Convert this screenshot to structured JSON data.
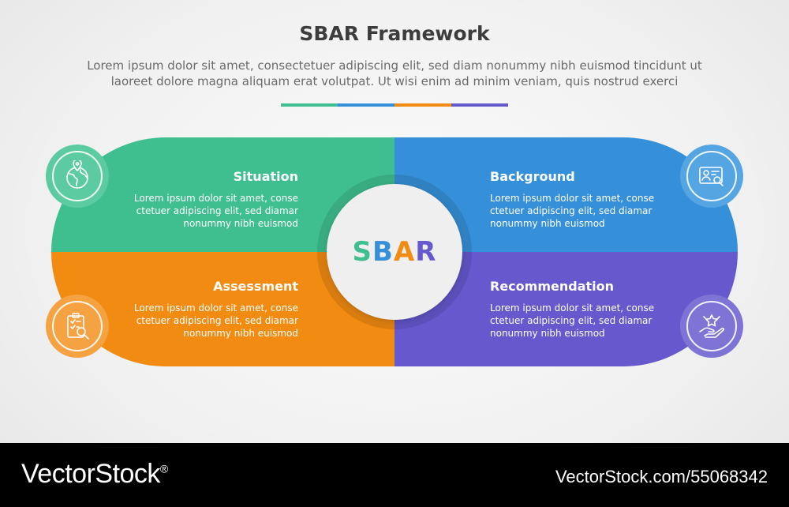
{
  "header": {
    "title": "SBAR Framework",
    "subtitle_line1": "Lorem ipsum dolor sit amet, consectetuer adipiscing elit, sed diam nonummy nibh euismod tincidunt ut",
    "subtitle_line2": "laoreet dolore magna aliquam erat volutpat. Ut wisi enim ad minim veniam, quis nostrud exerci"
  },
  "colors": {
    "situation": "#3fbf8f",
    "background": "#3690d9",
    "assessment": "#f18b12",
    "recommendation": "#6659ce"
  },
  "center": {
    "letters": [
      "S",
      "B",
      "A",
      "R"
    ]
  },
  "quadrants": {
    "situation": {
      "title": "Situation",
      "line1": "Lorem ipsum dolor sit amet, conse",
      "line2": "ctetuer adipiscing elit, sed diamar",
      "line3": "nonummy nibh euismod",
      "icon": "location-globe-icon"
    },
    "background": {
      "title": "Background",
      "line1": "Lorem ipsum dolor sit amet, conse",
      "line2": "ctetuer adipiscing elit, sed diamar",
      "line3": "nonummy nibh euismod",
      "icon": "profile-search-icon"
    },
    "assessment": {
      "title": "Assessment",
      "line1": "Lorem ipsum dolor sit amet, conse",
      "line2": "ctetuer adipiscing elit, sed diamar",
      "line3": "nonummy nibh euismod",
      "icon": "clipboard-search-icon"
    },
    "recommendation": {
      "title": "Recommendation",
      "line1": "Lorem ipsum dolor sit amet, conse",
      "line2": "ctetuer adipiscing elit, sed diamar",
      "line3": "nonummy nibh euismod",
      "icon": "hand-star-icon"
    }
  },
  "footer": {
    "brand": "VectorStock",
    "brand_mark": "®",
    "url": "VectorStock.com/55068342"
  }
}
